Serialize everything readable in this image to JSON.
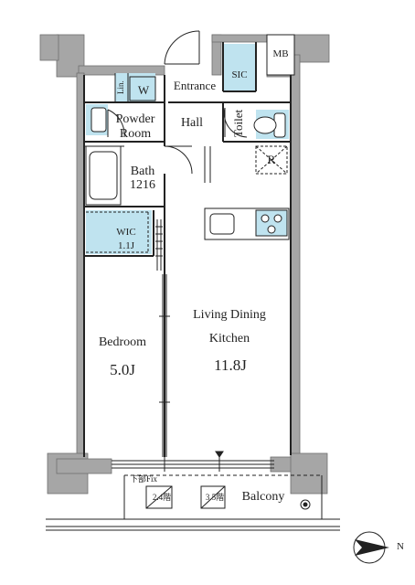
{
  "rooms": {
    "entrance": "Entrance",
    "sic": "SIC",
    "mb": "MB",
    "lin": "Lin.",
    "washer": "W",
    "powder_room_line1": "Powder",
    "powder_room_line2": "Room",
    "hall": "Hall",
    "toilet": "Toilet",
    "refrigerator": "R",
    "bath": "Bath",
    "bath_size": "1216",
    "wic": "WIC",
    "wic_size": "1.1J",
    "ldk_line1": "Living Dining",
    "ldk_line2": "Kitchen",
    "ldk_size": "11.8J",
    "bedroom": "Bedroom",
    "bedroom_size": "5.0J",
    "balcony": "Balcony",
    "lower_fix": "下部Fix",
    "unit_24": "2.4階",
    "unit_35": "3.5階"
  },
  "compass": {
    "direction": "N"
  },
  "colors": {
    "wall": "#a6a6a6",
    "wet_area": "#bfe3ef",
    "line": "#222222"
  }
}
